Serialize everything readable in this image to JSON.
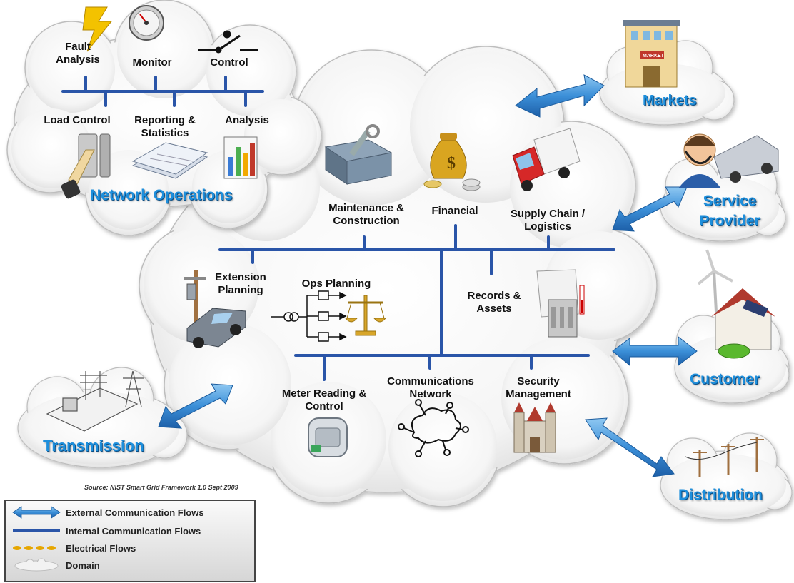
{
  "domains": {
    "network_operations": "Network Operations",
    "markets": "Markets",
    "service_provider": "Service Provider",
    "customer": "Customer",
    "transmission": "Transmission",
    "distribution": "Distribution"
  },
  "network_ops": {
    "fault_analysis": "Fault Analysis",
    "monitor": "Monitor",
    "control": "Control",
    "load_control": "Load Control",
    "reporting_statistics": "Reporting & Statistics",
    "analysis": "Analysis"
  },
  "operations": {
    "maintenance_construction": "Maintenance & Construction",
    "financial": "Financial",
    "supply_chain_logistics": "Supply Chain / Logistics",
    "extension_planning": "Extension Planning",
    "ops_planning": "Ops Planning",
    "records_assets": "Records & Assets",
    "meter_reading_control": "Meter Reading & Control",
    "communications_network": "Communications Network",
    "security_management": "Security Management"
  },
  "source": "Source:  NIST Smart Grid Framework 1.0 Sept 2009",
  "legend": {
    "external": "External Communication Flows",
    "internal": "Internal Communication Flows",
    "electrical": "Electrical Flows",
    "domain": "Domain"
  },
  "colors": {
    "internal_bus": "#2a55a8",
    "external_arrow": "#3b8fd8",
    "domain_title": "#1e8fdc",
    "electrical": "#e6a600"
  },
  "icons": [
    "lightning-icon",
    "gauge-icon",
    "switch-icon",
    "lever-icon",
    "document-stack-icon",
    "bar-chart-icon",
    "toolbox-icon",
    "money-bag-icon",
    "truck-icon",
    "building-icon",
    "headset-agent-icon",
    "house-windmill-icon",
    "pole-transformer-icon",
    "pickup-truck-icon",
    "scales-icon",
    "transformer-icon",
    "meter-icon",
    "network-cloud-icon",
    "castle-icon",
    "substation-icon",
    "power-line-icon"
  ]
}
